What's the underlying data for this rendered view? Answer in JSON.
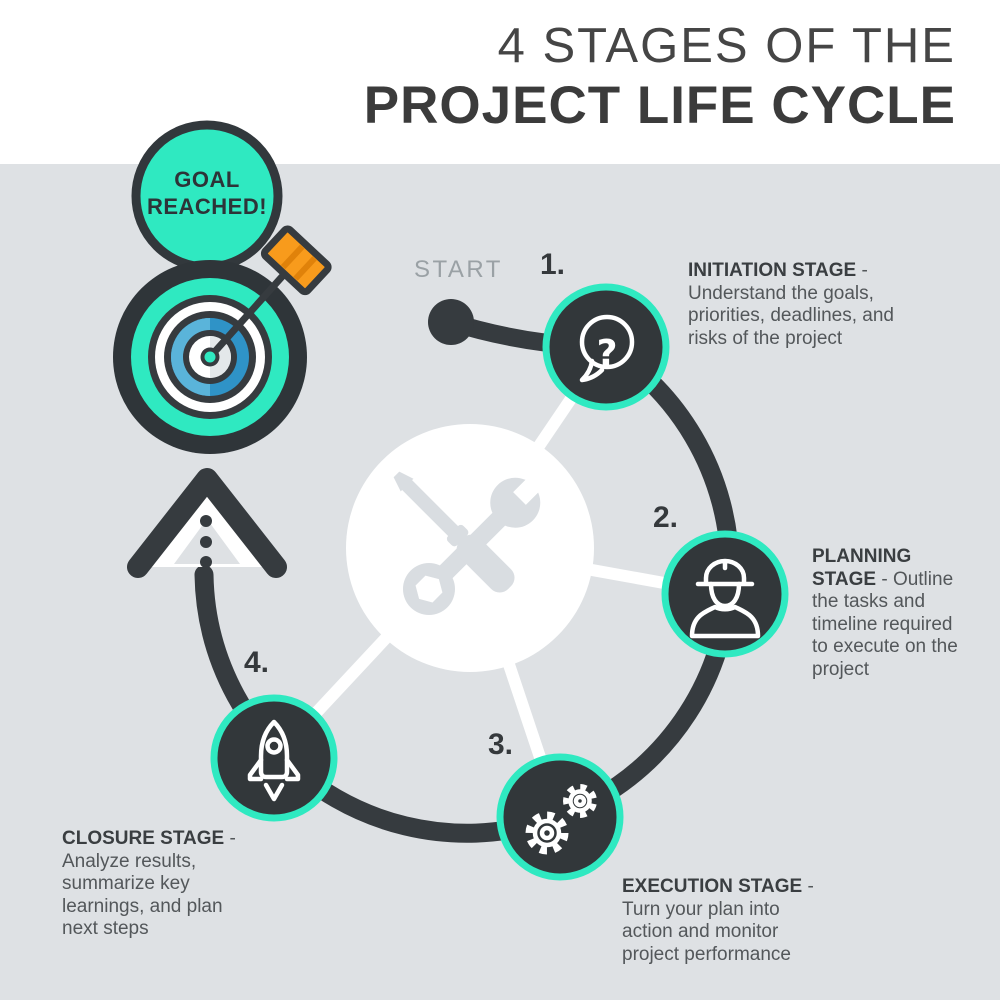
{
  "title": {
    "line1": "4 STAGES OF THE",
    "line2": "PROJECT LIFE CYCLE"
  },
  "badge": {
    "line1": "GOAL",
    "line2": "REACHED!"
  },
  "start_label": "START",
  "stages": [
    {
      "number": "1.",
      "name": "INITIATION STAGE",
      "sep": " - ",
      "description": "Understand the goals, priorities, deadlines, and risks of the project",
      "icon": "question-speech-bubble"
    },
    {
      "number": "2.",
      "name": "PLANNING STAGE",
      "sep": " - ",
      "description": "Outline the tasks and timeline required to execute on the project",
      "icon": "construction-worker-helmet"
    },
    {
      "number": "3.",
      "name": "EXECUTION STAGE",
      "sep": " - ",
      "description": "Turn your plan into action and monitor project performance",
      "icon": "gears"
    },
    {
      "number": "4.",
      "name": "CLOSURE STAGE",
      "sep": " - ",
      "description": "Analyze results, summarize key learnings, and plan next steps",
      "icon": "rocket"
    }
  ],
  "center_icon": "crossed-screwdriver-and-wrench",
  "goal_icon": "bullseye-target-with-arrow",
  "glyphs": {
    "question_mark": "?"
  },
  "colors": {
    "teal": "#2fe9c1",
    "dark": "#363b3f",
    "circle_fill": "#32373a",
    "background_gray": "#dee1e4",
    "blue": "#2f93c7",
    "blue_light": "#5ab4da",
    "orange": "#f89b1c",
    "orange_dark": "#e0820a",
    "white": "#ffffff",
    "tool_gray": "#d9dde1",
    "title_text": "#3d3d3d",
    "body_text": "#53575a",
    "start_text": "#9aa1a5"
  }
}
